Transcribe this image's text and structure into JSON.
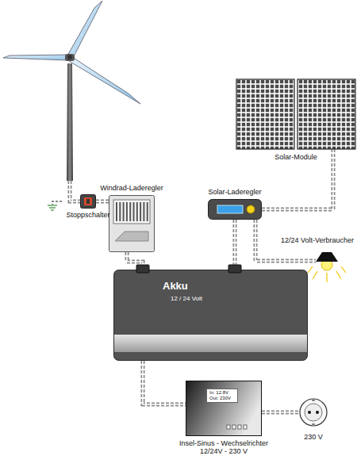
{
  "diagram": {
    "nodes": [
      {
        "text": [
          "Solar-Module"
        ]
      },
      {
        "text": [
          "Windrad-Laderegler"
        ]
      },
      {
        "text": [
          "Solar-Laderegler"
        ]
      },
      {
        "text": [
          "Stoppschalter"
        ]
      },
      {
        "text": [
          "12/24 Volt-Verbraucher"
        ]
      },
      {
        "text": [
          "Akku",
          "12 / 24 Volt"
        ]
      },
      {
        "text": [
          "In: 12.8V",
          "Out: 230V",
          "Insel-Sinus - Wechselrichter 12/24V - 230 V"
        ]
      },
      {
        "text": [
          "230 V"
        ]
      }
    ],
    "edges": [
      {
        "from": 0,
        "to": 2,
        "arrow": "none"
      },
      {
        "from": 3,
        "to": 1,
        "arrow": "none"
      },
      {
        "from": 1,
        "to": 5,
        "arrow": "none"
      },
      {
        "from": 2,
        "to": 5,
        "arrow": "none"
      },
      {
        "from": 2,
        "to": 4,
        "arrow": "none"
      },
      {
        "from": 5,
        "to": 6,
        "arrow": "none"
      },
      {
        "from": 6,
        "to": 7,
        "arrow": "none"
      }
    ]
  }
}
